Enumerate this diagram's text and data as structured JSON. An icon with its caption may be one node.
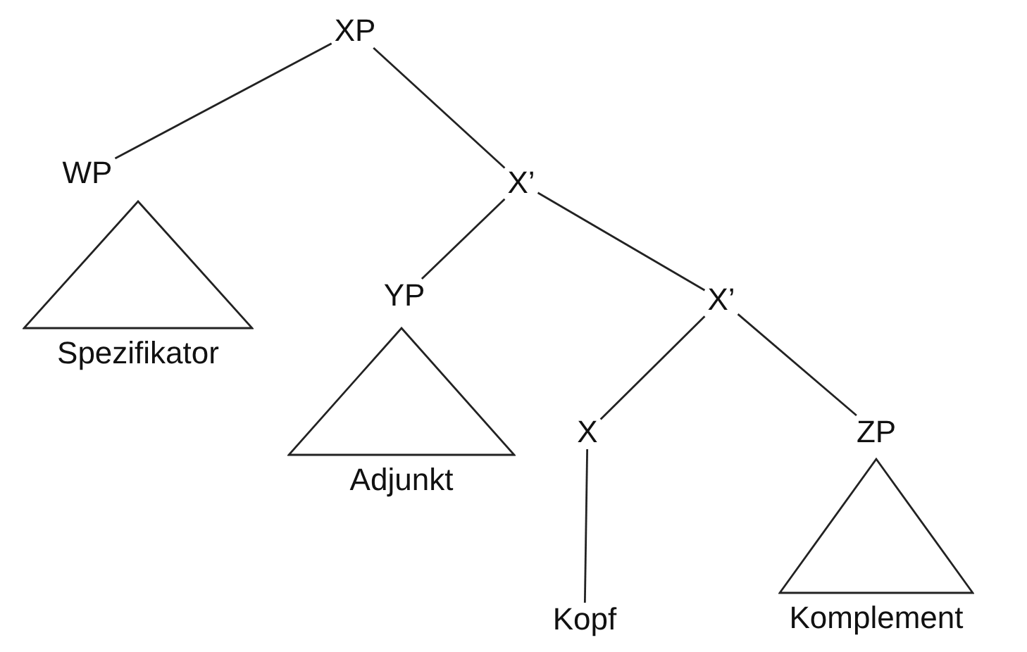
{
  "diagram": {
    "nodes": [
      {
        "text": [
          "XP"
        ]
      },
      {
        "text": [
          "WP"
        ]
      },
      {
        "text": [
          "X’"
        ]
      },
      {
        "text": [
          "Spezifikator"
        ]
      },
      {
        "text": [
          "YP"
        ]
      },
      {
        "text": [
          "X’"
        ]
      },
      {
        "text": [
          "Adjunkt"
        ]
      },
      {
        "text": [
          "X"
        ]
      },
      {
        "text": [
          "ZP"
        ]
      },
      {
        "text": [
          "Kopf"
        ]
      },
      {
        "text": [
          "Komplement"
        ]
      }
    ],
    "edges": [
      {
        "from": 0,
        "to": 1,
        "arrow": "none"
      },
      {
        "from": 0,
        "to": 2,
        "arrow": "none"
      },
      {
        "from": 2,
        "to": 4,
        "arrow": "none"
      },
      {
        "from": 2,
        "to": 5,
        "arrow": "none"
      },
      {
        "from": 5,
        "to": 7,
        "arrow": "none"
      },
      {
        "from": 5,
        "to": 8,
        "arrow": "none"
      },
      {
        "from": 7,
        "to": 9,
        "arrow": "none"
      }
    ]
  }
}
